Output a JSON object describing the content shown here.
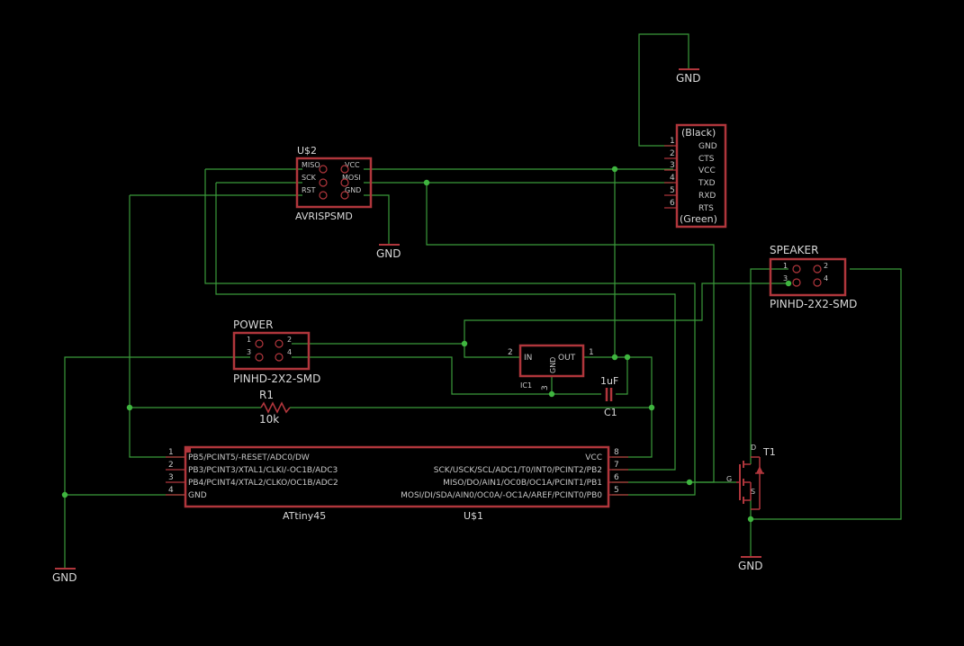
{
  "gnd_label": "GND",
  "ftdi": {
    "top_label": "(Black)",
    "bottom_label": "(Green)",
    "pins": [
      {
        "num": "1",
        "name": "GND"
      },
      {
        "num": "2",
        "name": "CTS"
      },
      {
        "num": "3",
        "name": "VCC"
      },
      {
        "num": "4",
        "name": "TXD"
      },
      {
        "num": "5",
        "name": "RXD"
      },
      {
        "num": "6",
        "name": "RTS"
      }
    ]
  },
  "isp": {
    "ref": "U$2",
    "value": "AVRISPSMD",
    "left_pins": [
      "MISO",
      "SCK",
      "RST"
    ],
    "right_pins": [
      "VCC",
      "MOSI",
      "GND"
    ]
  },
  "speaker": {
    "ref": "SPEAKER",
    "value": "PINHD-2X2-SMD",
    "pins": [
      "1",
      "2",
      "3",
      "4"
    ]
  },
  "power": {
    "ref": "POWER",
    "value": "PINHD-2X2-SMD",
    "pins": [
      "1",
      "2",
      "3",
      "4"
    ]
  },
  "regulator": {
    "ref": "IC1",
    "in_label": "IN",
    "out_label": "OUT",
    "gnd_label": "GND",
    "pin_in": "2",
    "pin_out": "1",
    "pin_gnd": "3"
  },
  "capacitor": {
    "ref": "C1",
    "value": "1uF"
  },
  "resistor": {
    "ref": "R1",
    "value": "10k"
  },
  "mcu": {
    "value": "ATtiny45",
    "ref": "U$1",
    "left_pins": [
      {
        "num": "1",
        "name": "PB5/PCINT5/-RESET/ADC0/DW"
      },
      {
        "num": "2",
        "name": "PB3/PCINT3/XTAL1/CLKI/-OC1B/ADC3"
      },
      {
        "num": "3",
        "name": "PB4/PCINT4/XTAL2/CLKO/OC1B/ADC2"
      },
      {
        "num": "4",
        "name": "GND"
      }
    ],
    "right_pins": [
      {
        "num": "8",
        "name": "VCC"
      },
      {
        "num": "7",
        "name": "SCK/USCK/SCL/ADC1/T0/INT0/PCINT2/PB2"
      },
      {
        "num": "6",
        "name": "MISO/DO/AIN1/OC0B/OC1A/PCINT1/PB1"
      },
      {
        "num": "5",
        "name": "MOSI/DI/SDA/AIN0/OC0A/-OC1A/AREF/PCINT0/PB0"
      }
    ]
  },
  "transistor": {
    "ref": "T1",
    "d": "D",
    "g": "G",
    "s": "S"
  }
}
